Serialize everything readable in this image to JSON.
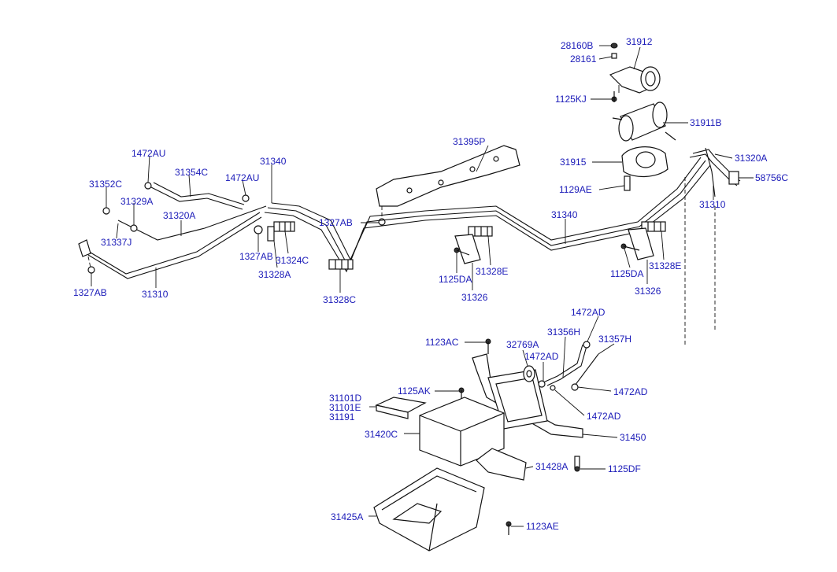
{
  "diagram": {
    "labels": {
      "p28160B": "28160B",
      "p31912": "31912",
      "p28161": "28161",
      "p1125KJ": "1125KJ",
      "p31911B": "31911B",
      "p31395P": "31395P",
      "p31915": "31915",
      "p31320A_r": "31320A",
      "p58756C": "58756C",
      "p1129AE": "1129AE",
      "p31310_r": "31310",
      "p1472AU_a": "1472AU",
      "p31354C": "31354C",
      "p1472AU_b": "1472AU",
      "p31340_l": "31340",
      "p31352C": "31352C",
      "p31329A": "31329A",
      "p31320A_l": "31320A",
      "p1327AB_m": "1327AB",
      "p31340_m": "31340",
      "p31337J": "31337J",
      "p1327AB_c": "1327AB",
      "p31324C": "31324C",
      "p31328A": "31328A",
      "p1327AB_l": "1327AB",
      "p31310_l": "31310",
      "p31328C": "31328C",
      "p1125DA_a": "1125DA",
      "p31328E_a": "31328E",
      "p31326_a": "31326",
      "p1125DA_b": "1125DA",
      "p31328E_b": "31328E",
      "p31326_b": "31326",
      "p1472AD_a": "1472AD",
      "p1123AC": "1123AC",
      "p32769A": "32769A",
      "p31356H": "31356H",
      "p31357H": "31357H",
      "p1472AD_b": "1472AD",
      "p1125AK": "1125AK",
      "p1472AD_c": "1472AD",
      "p31101D": "31101D",
      "p31101E": "31101E",
      "p31191": "31191",
      "p1472AD_d": "1472AD",
      "p31420C": "31420C",
      "p31450": "31450",
      "p31428A": "31428A",
      "p1125DF": "1125DF",
      "p31425A": "31425A",
      "p1123AE": "1123AE"
    }
  }
}
